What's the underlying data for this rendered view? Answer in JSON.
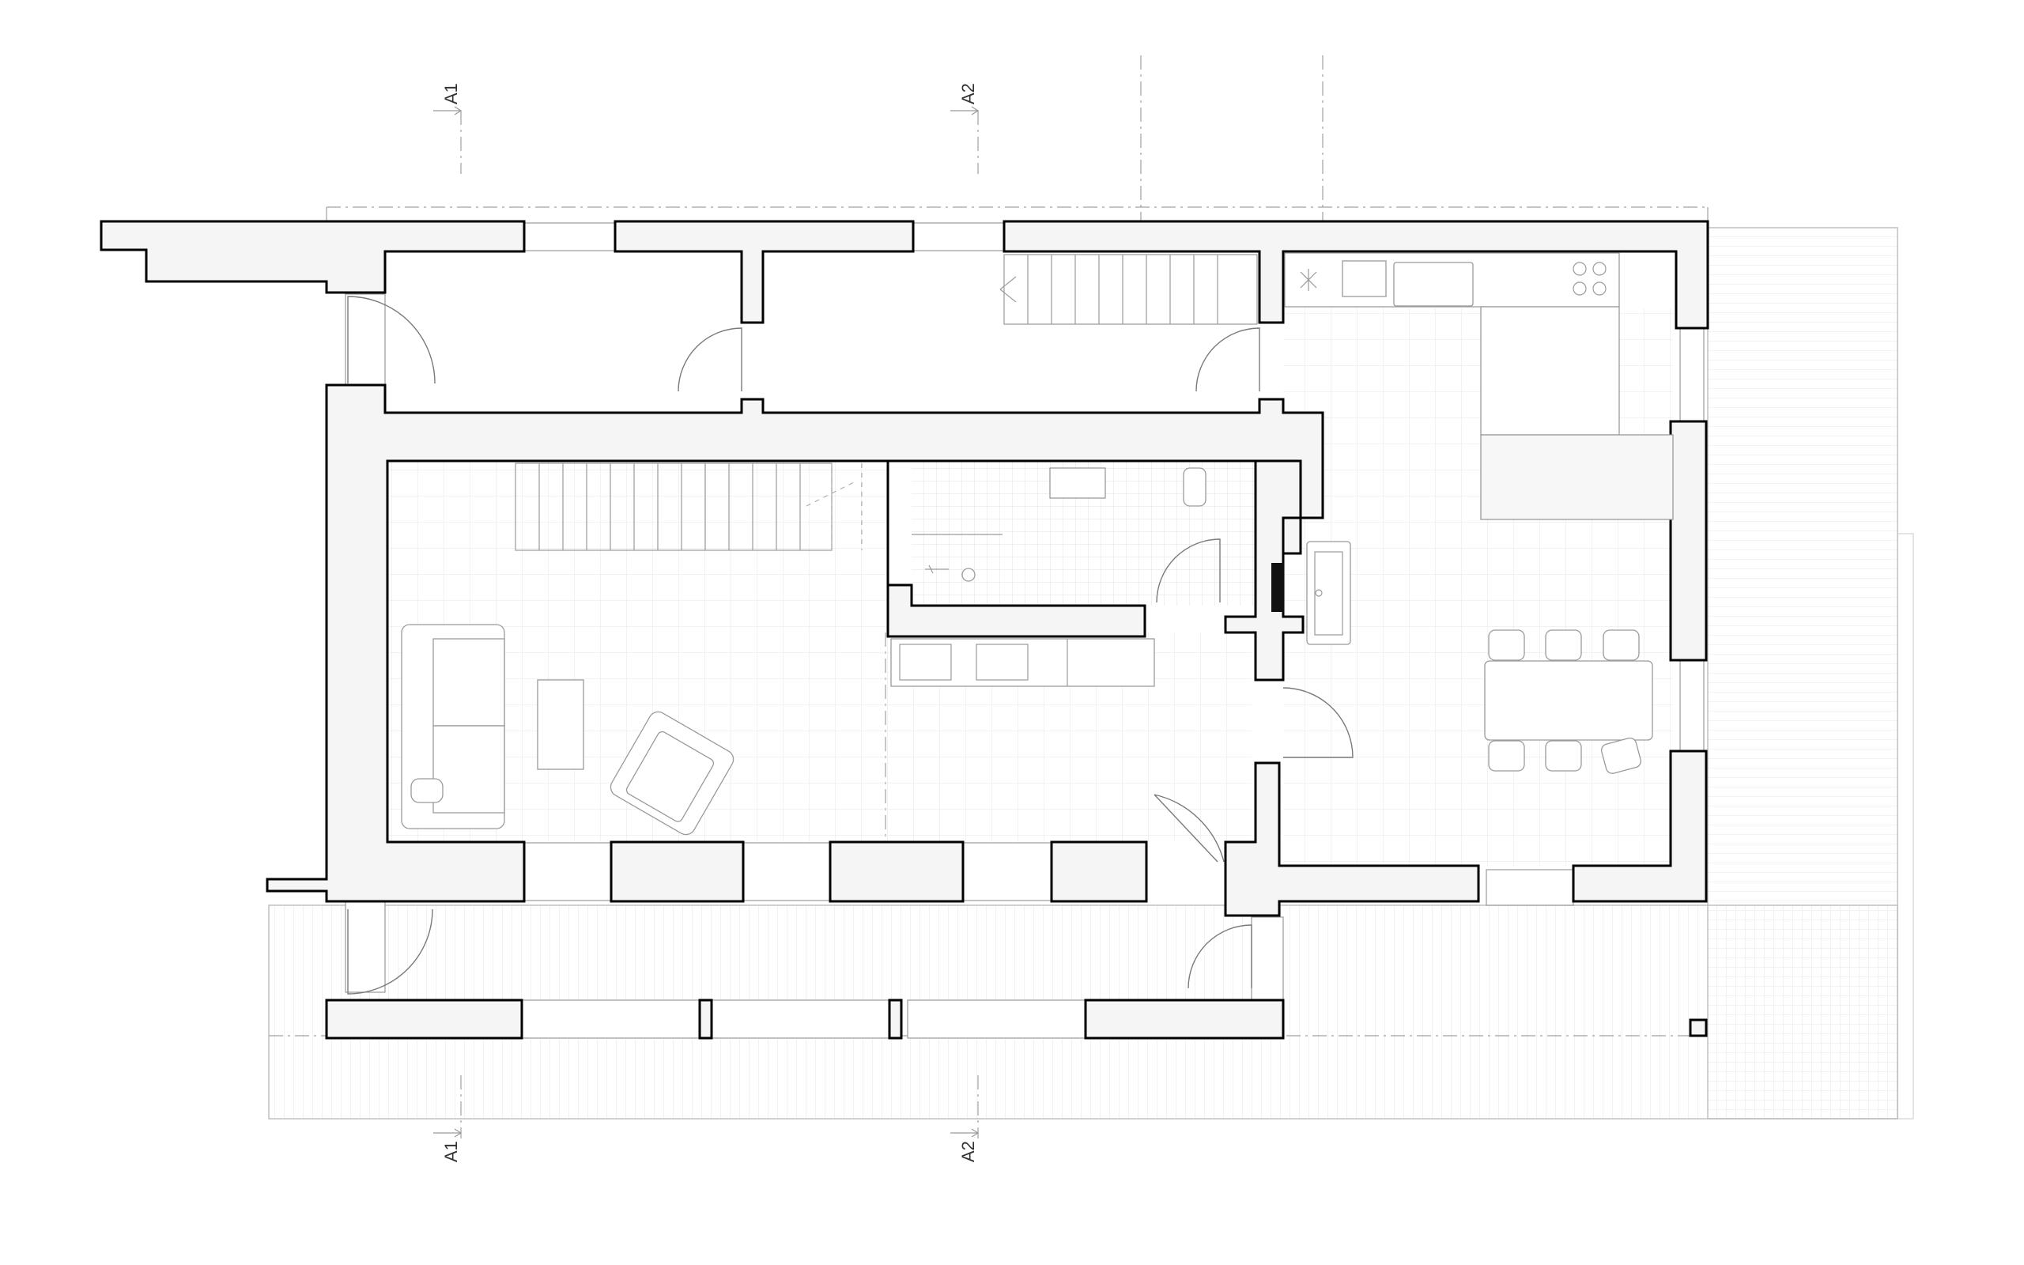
{
  "sections": [
    {
      "id": "A1",
      "label": "A1"
    },
    {
      "id": "A2",
      "label": "A2"
    }
  ]
}
